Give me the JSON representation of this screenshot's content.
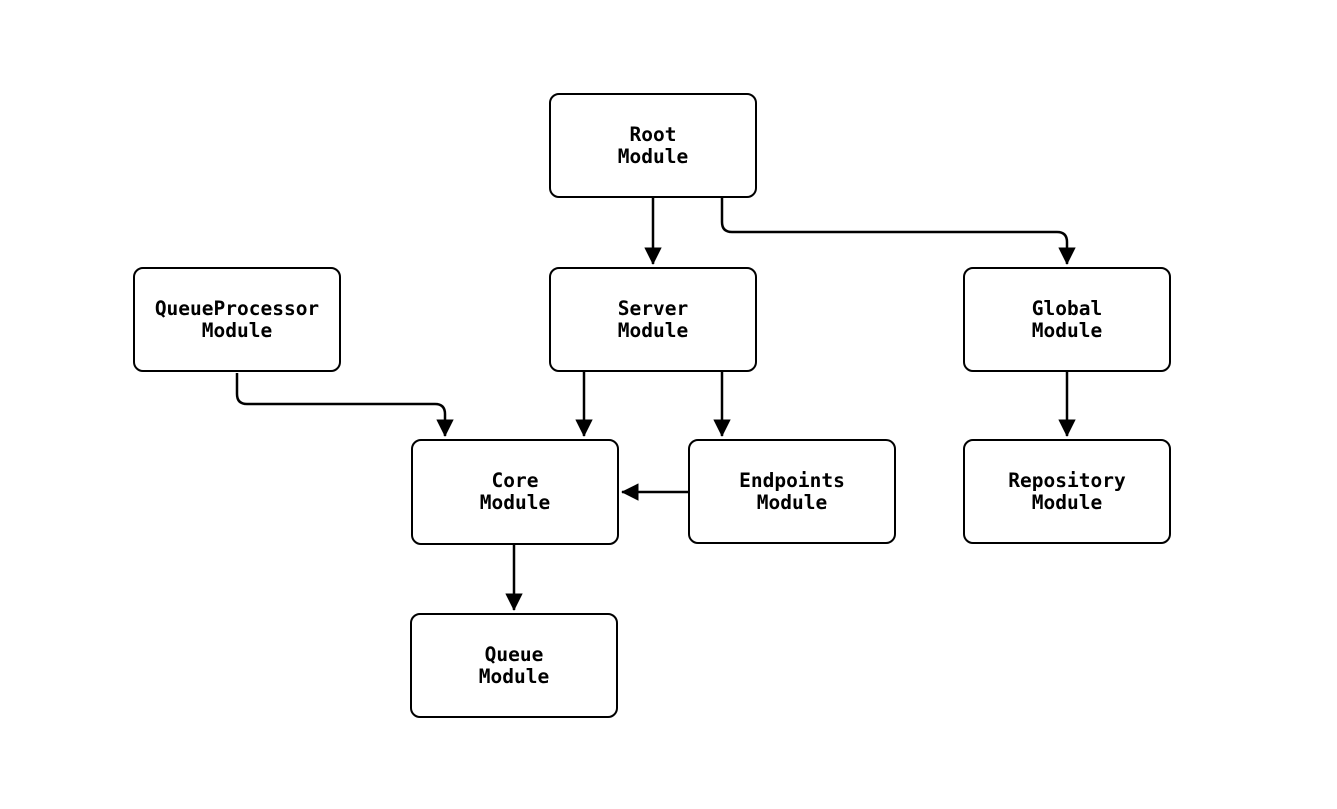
{
  "diagram": {
    "background_color": "#ffffff",
    "stroke_color": "#000000",
    "node_fill_color": "#ffffff",
    "nodes": {
      "root": {
        "label": "Root\nModule"
      },
      "queue_processor": {
        "label": "QueueProcessor\nModule"
      },
      "server": {
        "label": "Server\nModule"
      },
      "global": {
        "label": "Global\nModule"
      },
      "core": {
        "label": "Core\nModule"
      },
      "endpoints": {
        "label": "Endpoints\nModule"
      },
      "repository": {
        "label": "Repository\nModule"
      },
      "queue": {
        "label": "Queue\nModule"
      }
    },
    "edges": [
      {
        "from": "Root Module",
        "to": "Server Module"
      },
      {
        "from": "Root Module",
        "to": "Global Module"
      },
      {
        "from": "QueueProcessor Module",
        "to": "Core Module"
      },
      {
        "from": "Server Module",
        "to": "Core Module"
      },
      {
        "from": "Server Module",
        "to": "Endpoints Module"
      },
      {
        "from": "Endpoints Module",
        "to": "Core Module"
      },
      {
        "from": "Global Module",
        "to": "Repository Module"
      },
      {
        "from": "Core Module",
        "to": "Queue Module"
      }
    ]
  }
}
